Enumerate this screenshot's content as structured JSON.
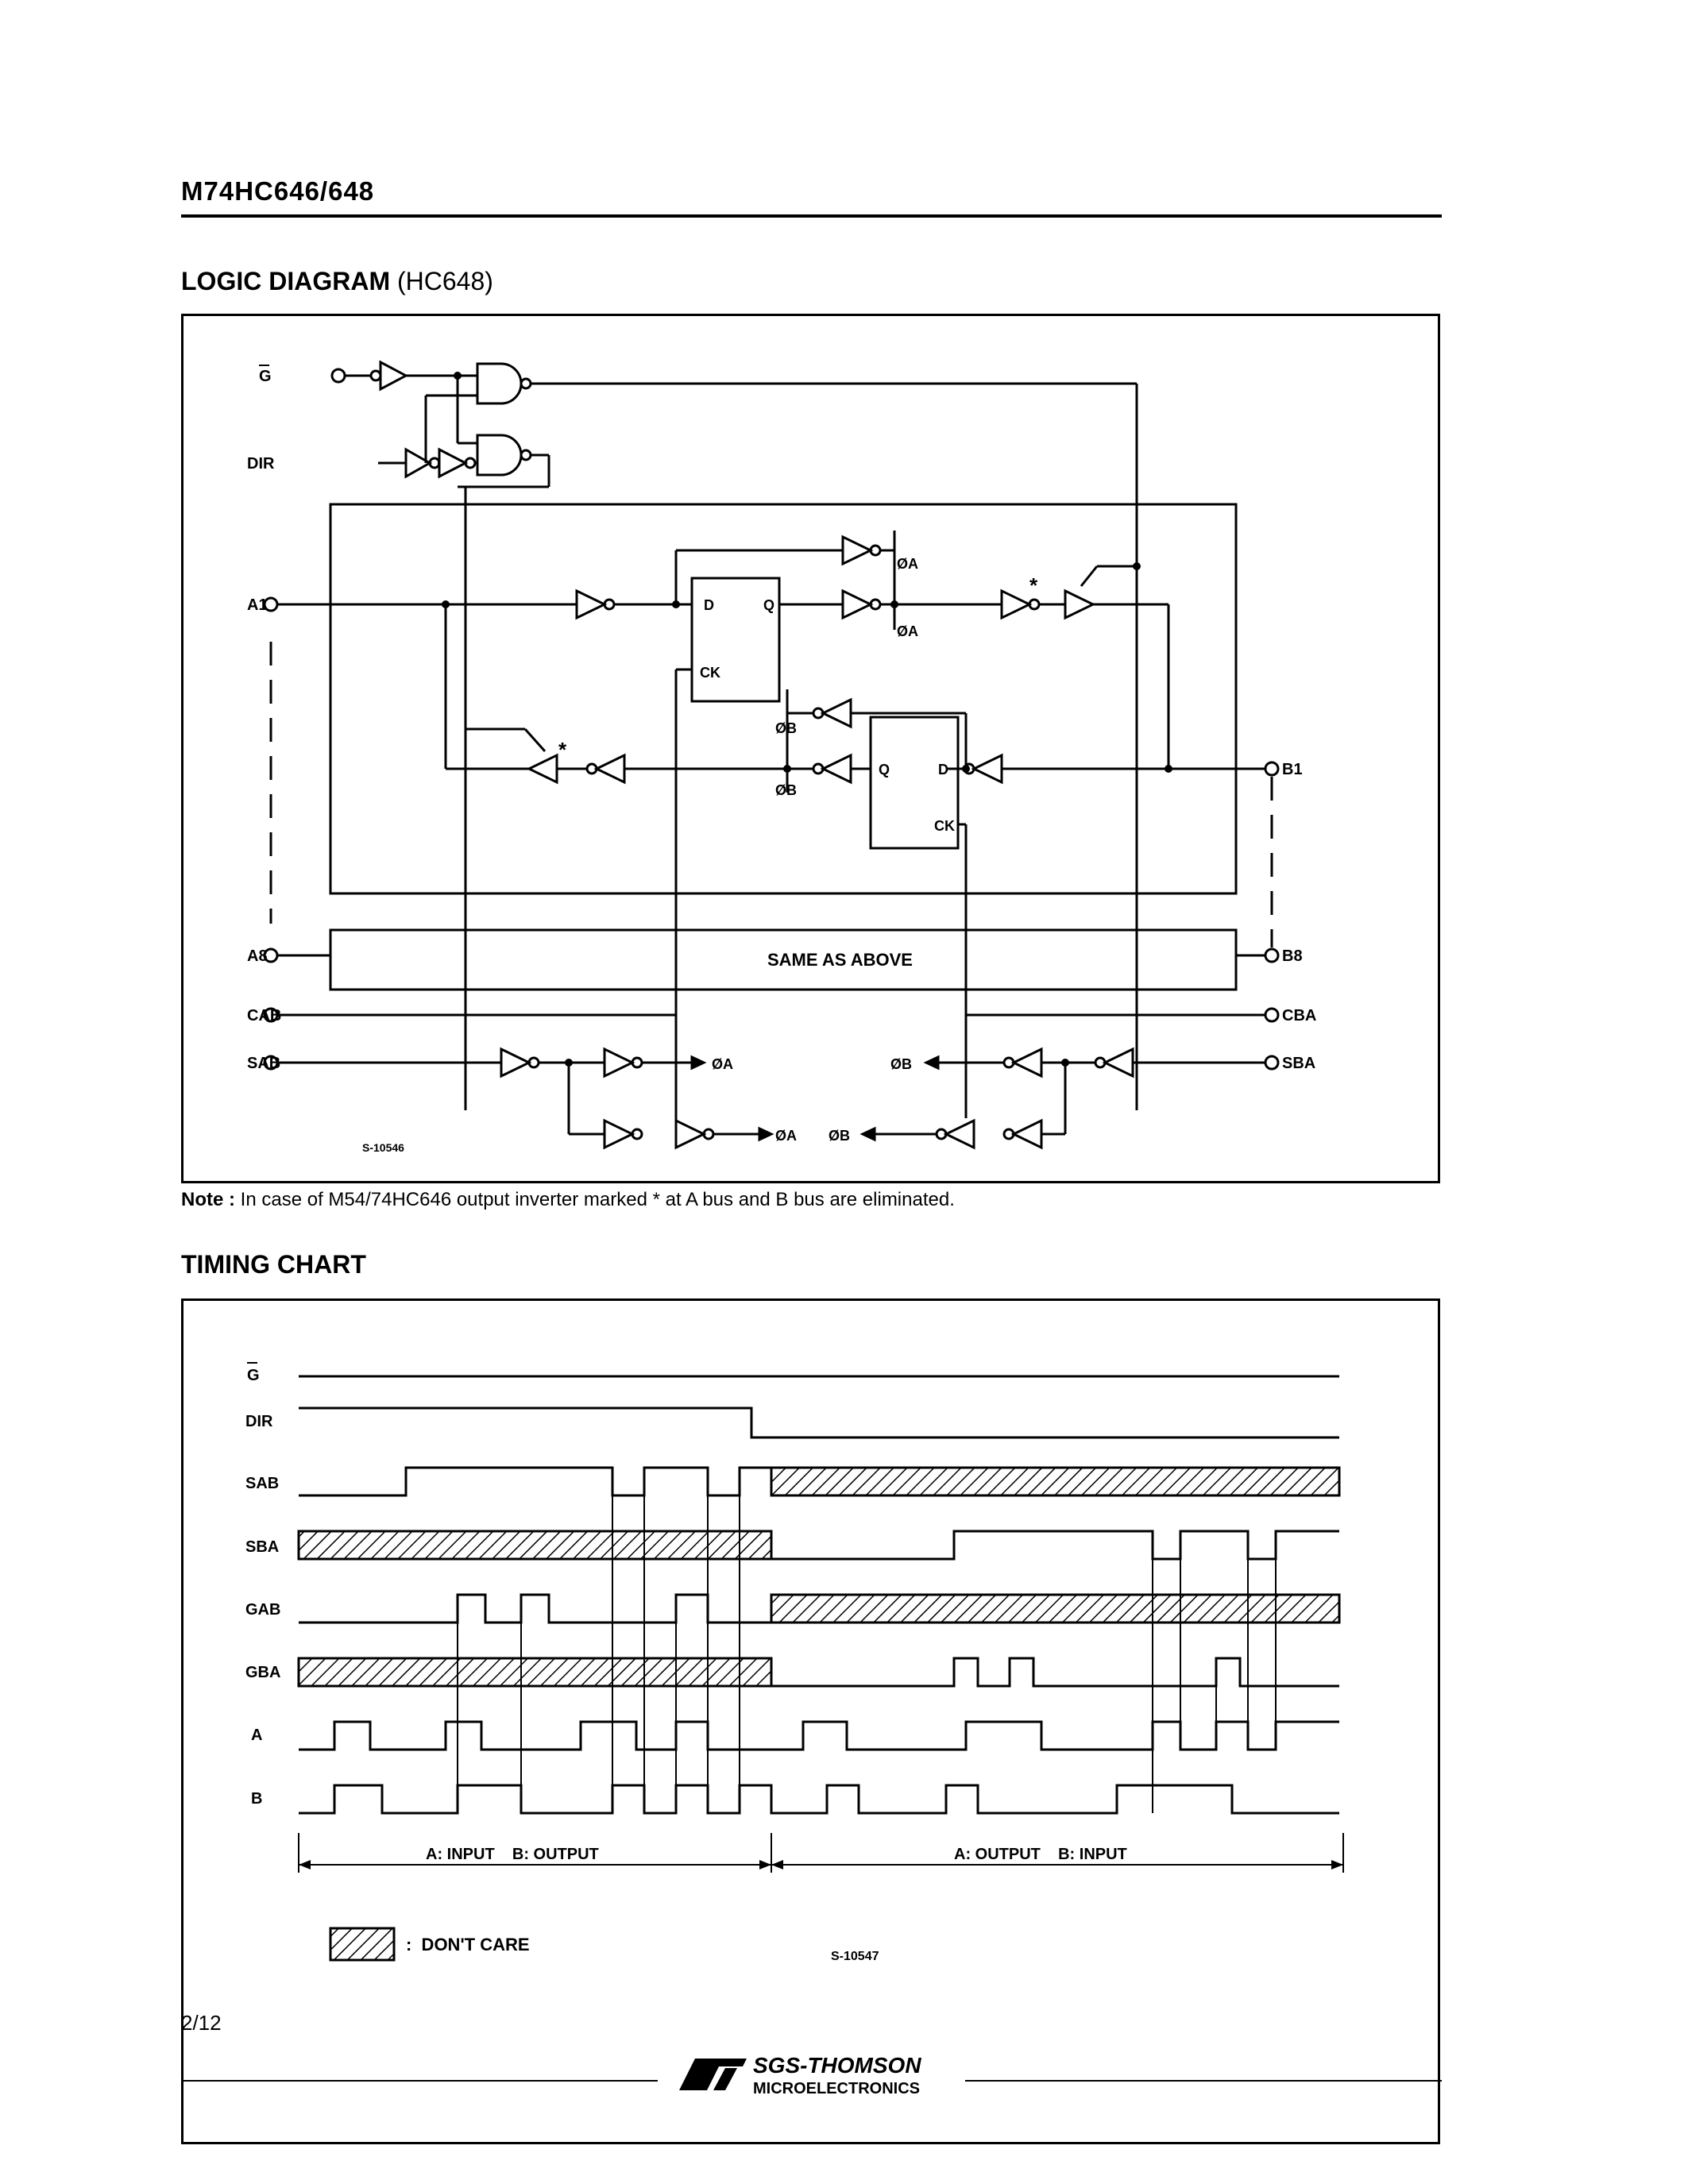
{
  "header": {
    "title": "M74HC646/648"
  },
  "logic_diagram": {
    "heading_bold": "LOGIC DIAGRAM",
    "heading_suffix": "(HC648)",
    "labels": {
      "g": "G",
      "dir": "DIR",
      "a1": "A1",
      "a8": "A8",
      "cab": "CAB",
      "sab": "SAB",
      "b1": "B1",
      "b8": "B8",
      "cba": "CBA",
      "sba": "SBA",
      "same_as_above": "SAME AS ABOVE",
      "ff_d": "D",
      "ff_q": "Q",
      "ff_ck": "CK",
      "phi_a": "ØA",
      "phi_b": "ØB",
      "phi_a_bar": "ØA",
      "phi_b_bar": "ØB",
      "star": "*",
      "figure_code": "S-10546"
    }
  },
  "note": {
    "label": "Note :",
    "text": "In case of M54/74HC646 output inverter marked * at A bus and B bus are eliminated."
  },
  "timing_chart": {
    "heading": "TIMING CHART",
    "signals": [
      "G",
      "DIR",
      "SAB",
      "SBA",
      "GAB",
      "GBA",
      "A",
      "B"
    ],
    "region_left": "A: INPUT    B: OUTPUT",
    "region_right": "A: OUTPUT    B: INPUT",
    "legend_text": ":  DON'T CARE",
    "figure_code": "S-10547"
  },
  "footer": {
    "page": "2/12",
    "brand_line1": "SGS-THOMSON",
    "brand_line2": "MICROELECTRONICS"
  }
}
